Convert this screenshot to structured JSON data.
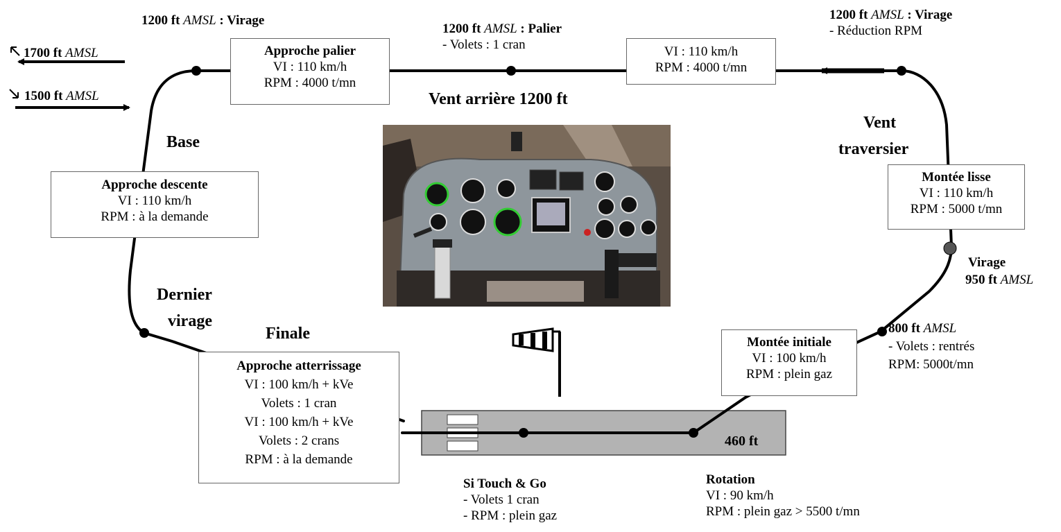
{
  "title": "Vent arrière 1200 ft",
  "legs": {
    "base": "Base",
    "dernier_virage": [
      "Dernier",
      "virage"
    ],
    "finale": "Finale",
    "vent_traversier": [
      "Vent",
      "traversier"
    ]
  },
  "altitudes": {
    "entry_1700": {
      "value": "1700 ft",
      "unit": "AMSL"
    },
    "entry_1500": {
      "value": "1500 ft",
      "unit": "AMSL"
    },
    "runway": "460 ft"
  },
  "notes": {
    "virage_left": {
      "value": "1200 ft",
      "unit": "AMSL",
      "sep": " : ",
      "action": "Virage"
    },
    "palier": {
      "value": "1200 ft",
      "unit": "AMSL",
      "sep": " : ",
      "action": "Palier",
      "line1": "- Volets : 1 cran"
    },
    "virage_right": {
      "value": "1200 ft",
      "unit": "AMSL",
      "sep": " : ",
      "action": "Virage",
      "line1": "- Réduction RPM"
    },
    "virage_950": {
      "action": "Virage",
      "value": "950 ft",
      "unit": "AMSL"
    },
    "ft800": {
      "value": "800 ft",
      "unit": "AMSL",
      "line1": "- Volets : rentrés",
      "line2": "RPM: 5000t/mn"
    },
    "touch_go": {
      "title": "Si Touch & Go",
      "line1": "- Volets 1 cran",
      "line2": "- RPM : plein gaz"
    },
    "rotation": {
      "title": "Rotation",
      "line1": "VI : 90 km/h",
      "line2": "RPM : plein gaz > 5500 t/mn"
    }
  },
  "boxes": {
    "approche_palier": {
      "title": "Approche palier",
      "l1": "VI : 110 km/h",
      "l2": "RPM : 4000 t/mn"
    },
    "vent_arriere": {
      "l1": "VI : 110 km/h",
      "l2": "RPM : 4000 t/mn"
    },
    "approche_descente": {
      "title": "Approche descente",
      "l1": "VI : 110 km/h",
      "l2": "RPM : à la demande"
    },
    "montee_lisse": {
      "title": "Montée lisse",
      "l1": "VI : 110 km/h",
      "l2": "RPM : 5000 t/mn"
    },
    "montee_initiale": {
      "title": "Montée initiale",
      "l1": "VI : 100 km/h",
      "l2": "RPM : plein gaz"
    },
    "approche_atterrissage": {
      "title": "Approche atterrissage",
      "l1": "VI : 100 km/h + kVe",
      "l2": "Volets : 1 cran",
      "l3": "VI : 100 km/h + kVe",
      "l4": "Volets : 2 crans",
      "l5": "RPM : à la demande"
    }
  },
  "colors": {
    "line": "#000000",
    "runway": "#b3b3b3",
    "box_border": "#666666"
  }
}
